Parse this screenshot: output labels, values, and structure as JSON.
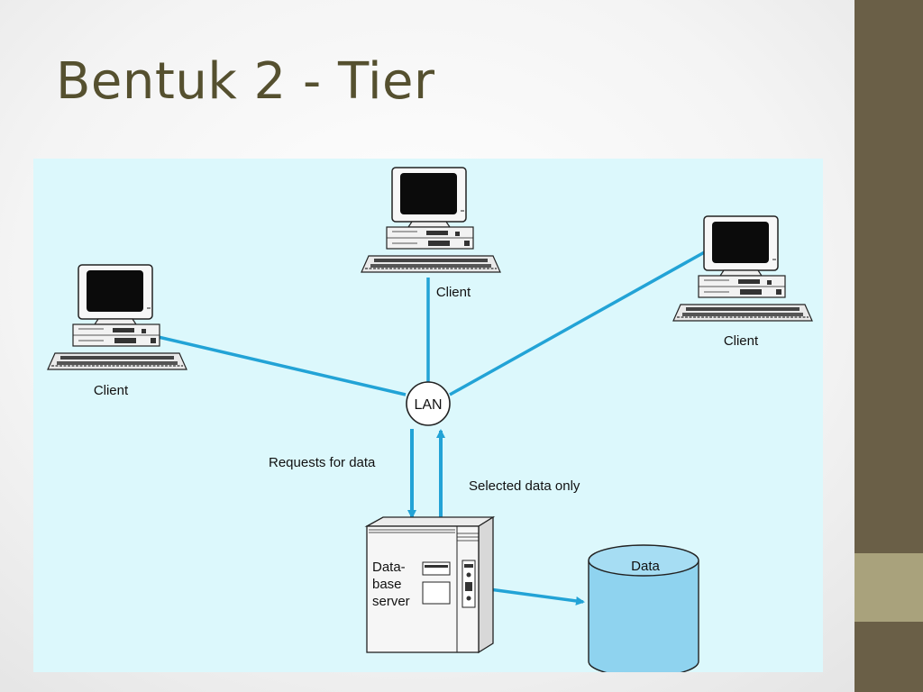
{
  "slide": {
    "title": "Bentuk 2 - Tier"
  },
  "diagram": {
    "clients": [
      {
        "label": "Client"
      },
      {
        "label": "Client"
      },
      {
        "label": "Client"
      }
    ],
    "hub": {
      "label": "LAN"
    },
    "flows": {
      "request_label": "Requests for data",
      "response_label": "Selected data only"
    },
    "server": {
      "label_lines": [
        "Data-",
        "base",
        "server"
      ]
    },
    "storage": {
      "label": "Data"
    }
  },
  "colors": {
    "link": "#22a3d6",
    "diagram_bg": "#dcf8fc",
    "sidebar": "#6a5f47",
    "sidebar_accent": "#a9a27c",
    "title": "#55502f"
  }
}
